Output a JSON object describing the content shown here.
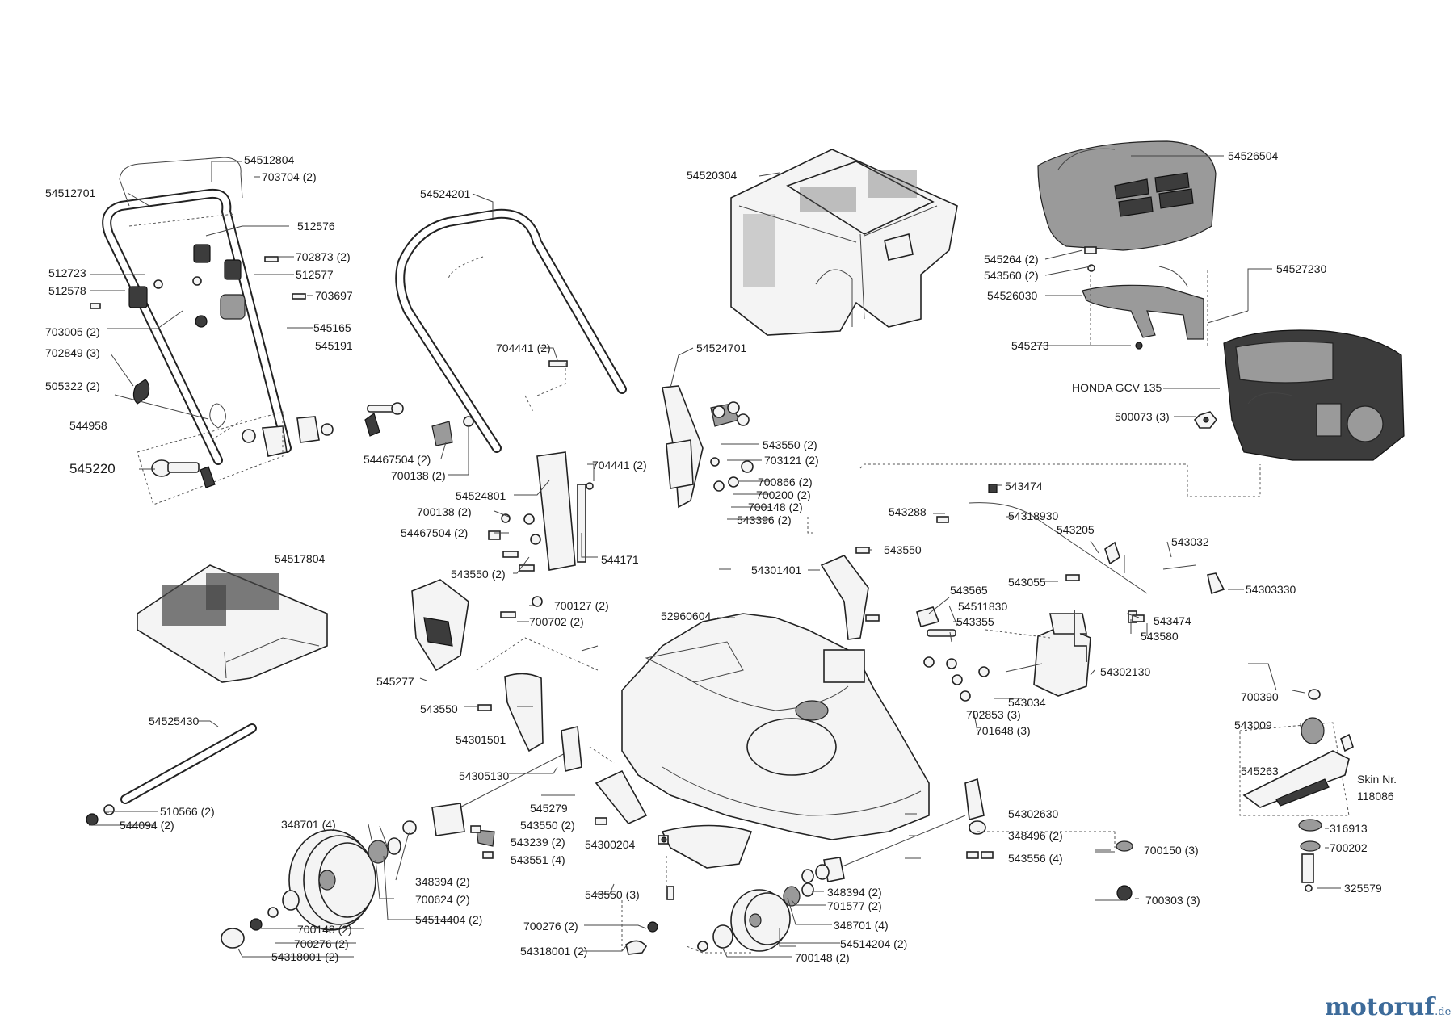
{
  "labels": {
    "l01": "54512804",
    "l02": "703704 (2)",
    "l03": "54512701",
    "l04": "512576",
    "l05": "702873 (2)",
    "l06": "512723",
    "l07": "512577",
    "l08": "512578",
    "l09": "703697",
    "l10": "703005 (2)",
    "l11": "545165",
    "l12": "702849 (3)",
    "l13": "545191",
    "l14": "505322 (2)",
    "l15": "544958",
    "l16": "545220",
    "l17": "54524201",
    "l18": "54520304",
    "l19": "54526504",
    "l20": "545264 (2)",
    "l21": "543560 (2)",
    "l22": "54527230",
    "l23": "54526030",
    "l24": "545273",
    "l25": "HONDA GCV 135",
    "l26": "500073 (3)",
    "l27": "704441 (2)",
    "l28": "54524701",
    "l29": "54467504 (2)",
    "l30": "700138 (2)",
    "l31": "543550 (2)",
    "l32": "703121 (2)",
    "l33": "704441 (2)",
    "l34": "700866 (2)",
    "l35": "700200 (2)",
    "l36": "700148 (2)",
    "l37": "543396 (2)",
    "l38": "54524801",
    "l39": "700138 (2)",
    "l40": "54467504 (2)",
    "l41": "544171",
    "l42": "543550 (2)",
    "l43": "700127 (2)",
    "l44": "700702 (2)",
    "l45": "543474",
    "l46": "543288",
    "l47": "54318930",
    "l48": "543205",
    "l49": "543032",
    "l50": "54301401",
    "l51": "543550",
    "l52": "543055",
    "l53": "54303330",
    "l54": "54517804",
    "l55": "543565",
    "l56": "54511830",
    "l57": "543355",
    "l58": "543474",
    "l59": "52960604",
    "l60": "543580",
    "l61": "54302130",
    "l62": "545277",
    "l63": "543034",
    "l64": "702853 (3)",
    "l65": "701648 (3)",
    "l66": "700390",
    "l67": "543550",
    "l68": "543009",
    "l69": "54525430",
    "l70": "54301501",
    "l71": "545263",
    "l72": "Skin Nr.",
    "l73": "118086",
    "l74": "54305130",
    "l75": "545279",
    "l76": "54302630",
    "l77": "510566 (2)",
    "l78": "544094 (2)",
    "l79": "543550 (2)",
    "l80": "54300204",
    "l81": "543239 (2)",
    "l82": "348701 (4)",
    "l83": "543551 (4)",
    "l84": "348496 (2)",
    "l85": "316913",
    "l86": "700202",
    "l87": "543556 (4)",
    "l88": "700150 (3)",
    "l89": "348394 (2)",
    "l90": "700624 (2)",
    "l91": "348394 (2)",
    "l92": "325579",
    "l93": "701577 (2)",
    "l94": "54514404 (2)",
    "l95": "543550 (3)",
    "l96": "700303 (3)",
    "l97": "700148 (2)",
    "l98": "700276 (2)",
    "l99": "348701 (4)",
    "l100": "54318001 (2)",
    "l101": "700276 (2)",
    "l102": "54318001 (2)",
    "l103": "54514204 (2)",
    "l104": "700148 (2)"
  },
  "brand": {
    "name": "motoruf",
    "tld": ".de"
  }
}
